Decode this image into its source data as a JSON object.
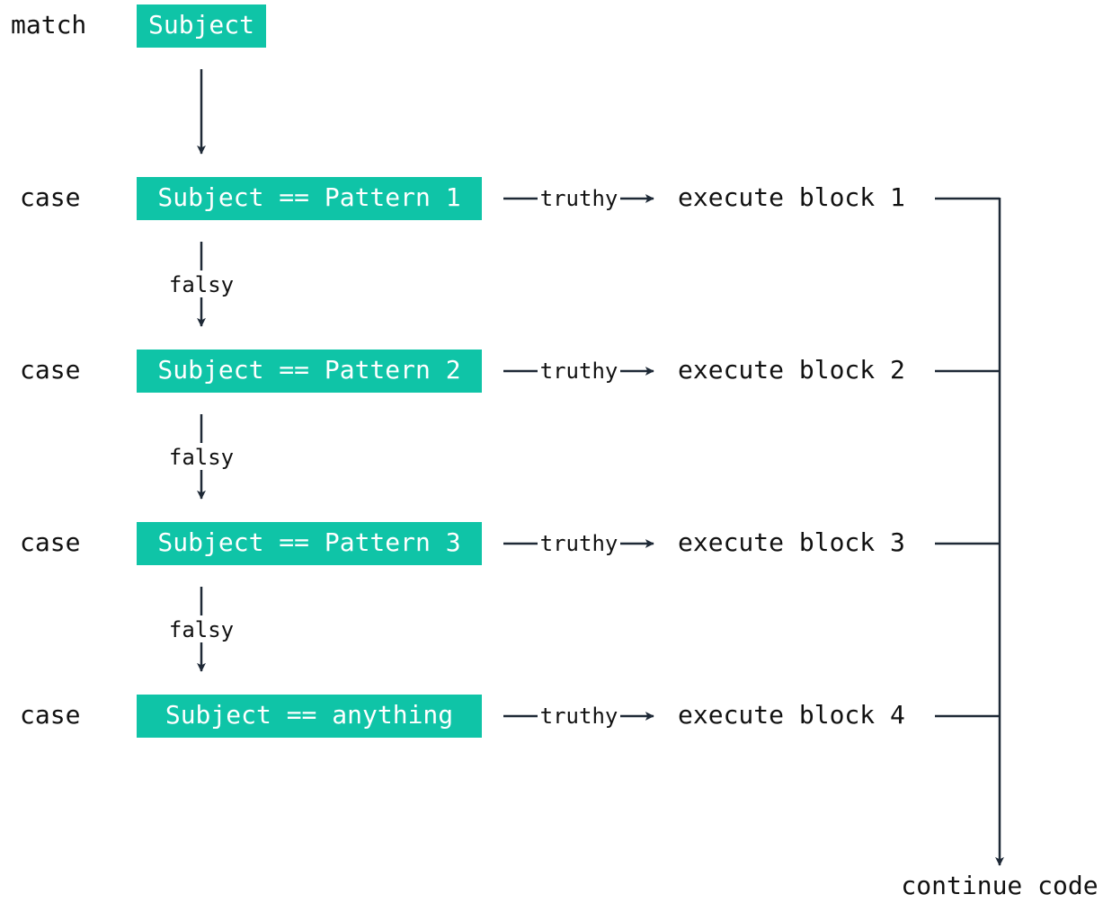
{
  "colors": {
    "box_fill": "#0fc4a7",
    "box_text": "#ffffff",
    "line": "#1e2936",
    "text": "#111111"
  },
  "match": {
    "keyword": "match",
    "subject": "Subject"
  },
  "cases": [
    {
      "keyword": "case",
      "condition": "Subject == Pattern 1",
      "edge_true": "truthy",
      "edge_false": "falsy",
      "action": "execute block 1"
    },
    {
      "keyword": "case",
      "condition": "Subject == Pattern 2",
      "edge_true": "truthy",
      "edge_false": "falsy",
      "action": "execute block 2"
    },
    {
      "keyword": "case",
      "condition": "Subject == Pattern 3",
      "edge_true": "truthy",
      "edge_false": "falsy",
      "action": "execute block 3"
    },
    {
      "keyword": "case",
      "condition": "Subject == anything",
      "edge_true": "truthy",
      "action": "execute block 4"
    }
  ],
  "end": {
    "label": "continue code"
  }
}
